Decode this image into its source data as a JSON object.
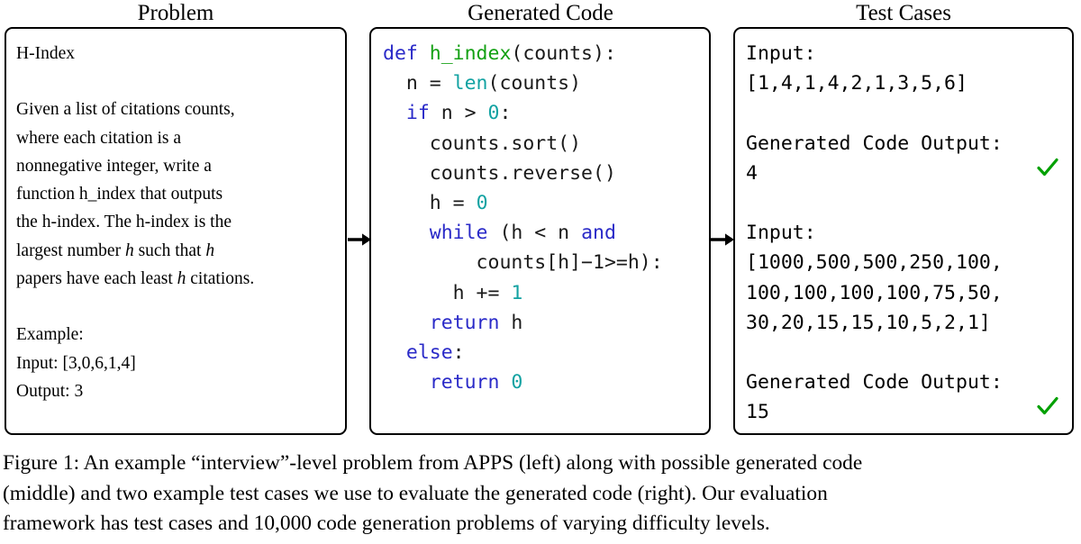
{
  "figure": {
    "columns": {
      "problem_title": "Problem",
      "code_title": "Generated Code",
      "tests_title": "Test Cases"
    },
    "problem": {
      "name": "H-Index",
      "description_lines": [
        "Given a list of citations counts,",
        "where each citation is a",
        "nonnegative integer, write a",
        "function h_index that outputs",
        "the h-index. The h-index is the"
      ],
      "description_line_6_pre": "largest number ",
      "description_line_6_var1": "h",
      "description_line_6_mid": " such that ",
      "description_line_6_var2": "h",
      "description_line_7_pre": "papers have each least ",
      "description_line_7_var": "h",
      "description_line_7_post": " citations.",
      "example_label": "Example:",
      "example_input": "Input: [3,0,6,1,4]",
      "example_output": "Output: 3"
    },
    "code": {
      "language": "python",
      "lines": [
        [
          {
            "t": "def ",
            "c": "kw"
          },
          {
            "t": "h_index",
            "c": "fn"
          },
          {
            "t": "(counts):",
            "c": "pl"
          }
        ],
        [
          {
            "t": "  n = ",
            "c": "pl"
          },
          {
            "t": "len",
            "c": "bi"
          },
          {
            "t": "(counts)",
            "c": "pl"
          }
        ],
        [
          {
            "t": "  ",
            "c": "pl"
          },
          {
            "t": "if",
            "c": "kw"
          },
          {
            "t": " n > ",
            "c": "pl"
          },
          {
            "t": "0",
            "c": "num"
          },
          {
            "t": ":",
            "c": "pl"
          }
        ],
        [
          {
            "t": "    counts.sort()",
            "c": "pl"
          }
        ],
        [
          {
            "t": "    counts.reverse()",
            "c": "pl"
          }
        ],
        [
          {
            "t": "    h = ",
            "c": "pl"
          },
          {
            "t": "0",
            "c": "num"
          }
        ],
        [
          {
            "t": "    ",
            "c": "pl"
          },
          {
            "t": "while",
            "c": "kw"
          },
          {
            "t": " (h < n ",
            "c": "pl"
          },
          {
            "t": "and",
            "c": "kw"
          }
        ],
        [
          {
            "t": "        counts[h]−1",
            "c": "pl"
          },
          {
            "t": ">=h):",
            "c": "pl"
          }
        ],
        [
          {
            "t": "      h += ",
            "c": "pl"
          },
          {
            "t": "1",
            "c": "num"
          }
        ],
        [
          {
            "t": "    ",
            "c": "pl"
          },
          {
            "t": "return",
            "c": "kw"
          },
          {
            "t": " h",
            "c": "pl"
          }
        ],
        [
          {
            "t": "  ",
            "c": "pl"
          },
          {
            "t": "else",
            "c": "kw"
          },
          {
            "t": ":",
            "c": "pl"
          }
        ],
        [
          {
            "t": "    ",
            "c": "pl"
          },
          {
            "t": "return",
            "c": "kw"
          },
          {
            "t": " ",
            "c": "pl"
          },
          {
            "t": "0",
            "c": "num"
          }
        ]
      ]
    },
    "tests": {
      "input_label": "Input:",
      "output_label": "Generated Code Output:",
      "cases": [
        {
          "input_lines": [
            "[1,4,1,4,2,1,3,5,6]"
          ],
          "output": "4",
          "passed": true
        },
        {
          "input_lines": [
            "[1000,500,500,250,100,",
            "100,100,100,100,75,50,",
            "30,20,15,15,10,5,2,1]"
          ],
          "output": "15",
          "passed": true
        }
      ],
      "pass_color": "#00a000"
    },
    "caption_lines": [
      "Figure 1: An example “interview”-level problem from APPS (left) along with possible generated code",
      "(middle) and two example test cases we use to evaluate the generated code (right). Our evaluation",
      "framework has test cases and 10,000 code generation problems of varying difficulty levels."
    ]
  }
}
